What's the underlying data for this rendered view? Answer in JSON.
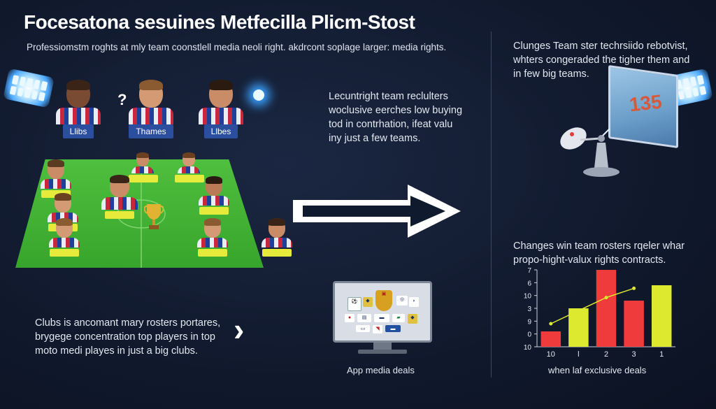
{
  "title": "Focesatona sesuines Metfecilla   Plicm-Stost",
  "subtitle": "Professiomstm roghts at mly team coonstlell media neoli right. akdrcont soplage larger: media rights.",
  "top_players": [
    {
      "label": "Llibs"
    },
    {
      "label": "Thames"
    },
    {
      "label": "Llbes"
    }
  ],
  "question_mark": "?",
  "middle_text": {
    "lines": [
      "Lecuntright team reclulters",
      "woclusive eerches low buying",
      "tod in contrhation, ifeat valu",
      "iny just a few teams."
    ]
  },
  "right_text": {
    "lines": [
      "Clunges Team ster techrsiido rebotvist,",
      "whters congeraded the tigher them and",
      "in few big teams."
    ]
  },
  "tv_number": "135",
  "chart_caption": {
    "lines": [
      "Changes win team rosters rqeler whar",
      "propo-hight-valux rights contracts."
    ]
  },
  "bottom_text": {
    "lines": [
      "Clubs is ancomant mary rosters portares,",
      "brygege concentration top players in top",
      "moto medi playes in just a big clubs."
    ]
  },
  "chevron": "›",
  "monitor_caption": "App media deals",
  "chart_data": {
    "type": "bar",
    "categories": [
      "10",
      "l",
      "2",
      "3",
      "1"
    ],
    "values": [
      6,
      7.5,
      10,
      8,
      9
    ],
    "bar_colors": [
      "#ef3b3b",
      "#dde92e",
      "#ef3b3b",
      "#ef3b3b",
      "#dde92e"
    ],
    "line_values": [
      6.5,
      null,
      8.2,
      8.8,
      null
    ],
    "yticks": [
      "7",
      "6",
      "10",
      "3",
      "9",
      "0",
      "10"
    ],
    "xlabel": "when laf exclusive deals",
    "ylim": [
      5,
      10
    ]
  },
  "colors": {
    "bar_red": "#ef3b3b",
    "bar_yellow": "#dde92e",
    "pitch_green": "#3fae32",
    "tag_blue": "#2b4f9e"
  }
}
